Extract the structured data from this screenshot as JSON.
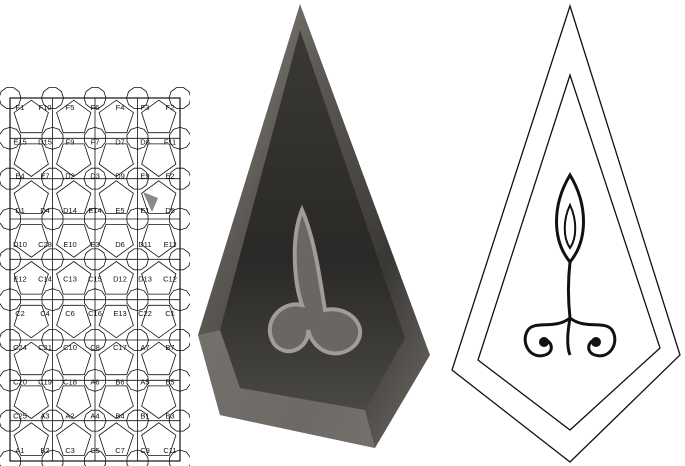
{
  "grid_labels": [
    "F1",
    "F10",
    "F5",
    "F6",
    "F4",
    "F3",
    "F2",
    "E15",
    "D15",
    "F9",
    "F7",
    "D7",
    "D8",
    "F11",
    "E4",
    "E7",
    "D2",
    "D3",
    "D9",
    "E9",
    "E2",
    "D1",
    "D4",
    "D14",
    "E14",
    "E5",
    "E1",
    "D5",
    "D10",
    "C23",
    "E10",
    "E3",
    "D6",
    "D11",
    "E11",
    "E12",
    "C14",
    "C13",
    "C15",
    "D12",
    "D13",
    "C12",
    "C2",
    "C4",
    "C6",
    "C16",
    "E13",
    "C22",
    "C1",
    "C24",
    "C21",
    "C10",
    "C8",
    "C17",
    "A7",
    "B7",
    "C20",
    "C19",
    "C18",
    "A6",
    "B6",
    "A5",
    "B5",
    "C25",
    "A3",
    "A2",
    "A4",
    "B4",
    "B1",
    "B3",
    "A1",
    "B2",
    "C3",
    "C5",
    "C7",
    "C9",
    "C11"
  ],
  "colors": {
    "background": "#ffffff",
    "line": "#111111",
    "photo_dark": "#2c2b29",
    "photo_mid": "#6d6a66",
    "photo_light": "#b9b6b1",
    "accent_gray": "#8a8a8a"
  }
}
